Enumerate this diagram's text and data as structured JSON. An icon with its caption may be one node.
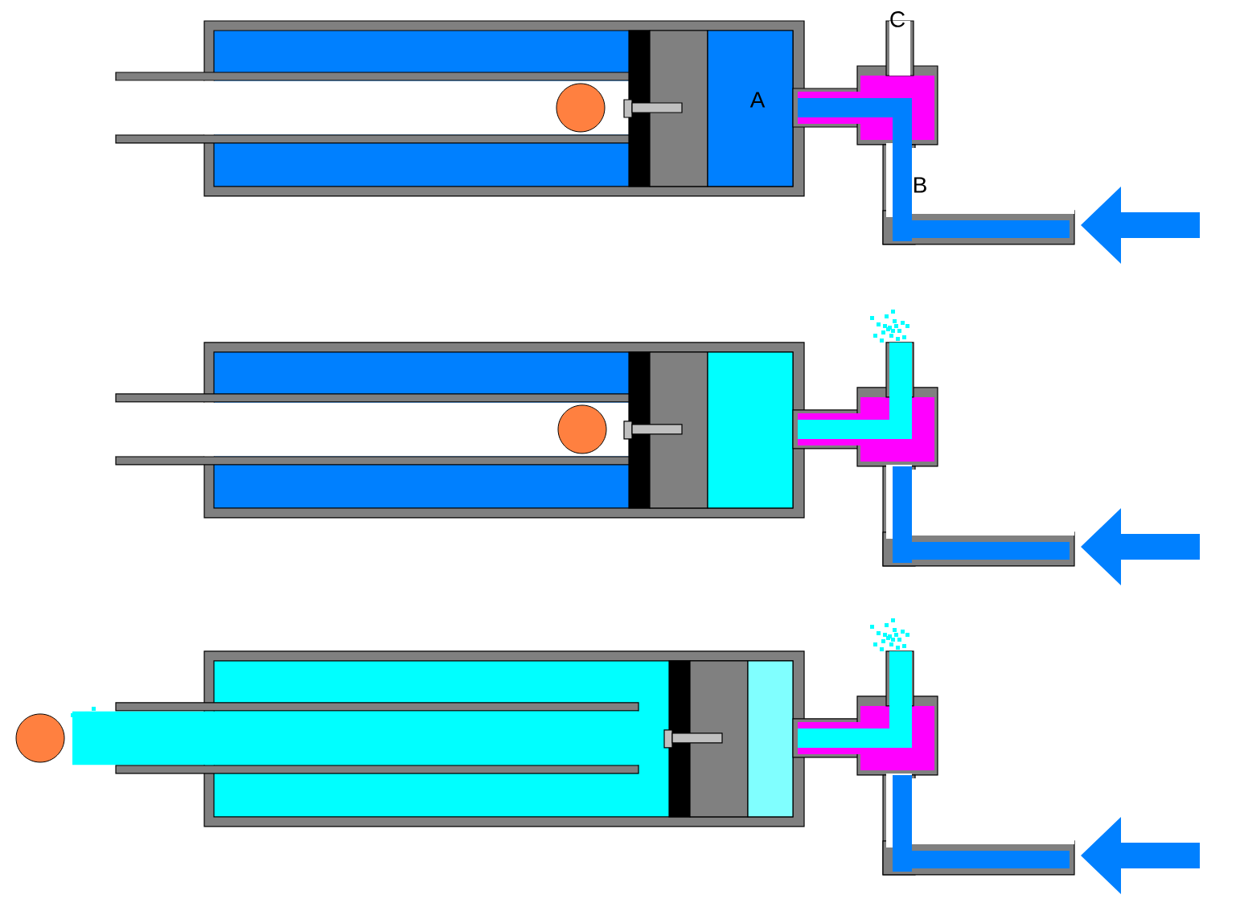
{
  "diagram": {
    "labels": [
      "C",
      "A",
      "B"
    ]
  }
}
